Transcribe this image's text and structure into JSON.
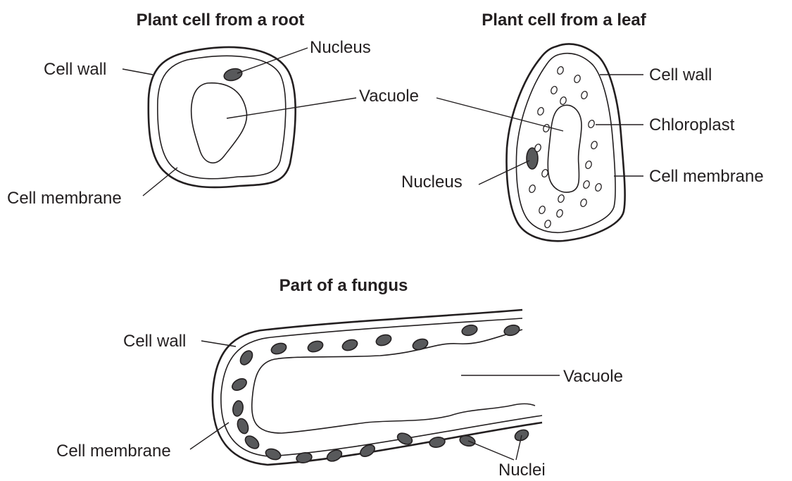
{
  "root_cell": {
    "title": "Plant cell from a root",
    "labels": {
      "cell_wall": "Cell wall",
      "nucleus": "Nucleus",
      "vacuole": "Vacuole",
      "cell_membrane": "Cell membrane"
    }
  },
  "leaf_cell": {
    "title": "Plant cell from a leaf",
    "labels": {
      "cell_wall": "Cell wall",
      "chloroplast": "Chloroplast",
      "nucleus": "Nucleus",
      "cell_membrane": "Cell membrane"
    }
  },
  "fungus": {
    "title": "Part of a fungus",
    "labels": {
      "cell_wall": "Cell wall",
      "vacuole": "Vacuole",
      "cell_membrane": "Cell membrane",
      "nuclei": "Nuclei"
    }
  }
}
